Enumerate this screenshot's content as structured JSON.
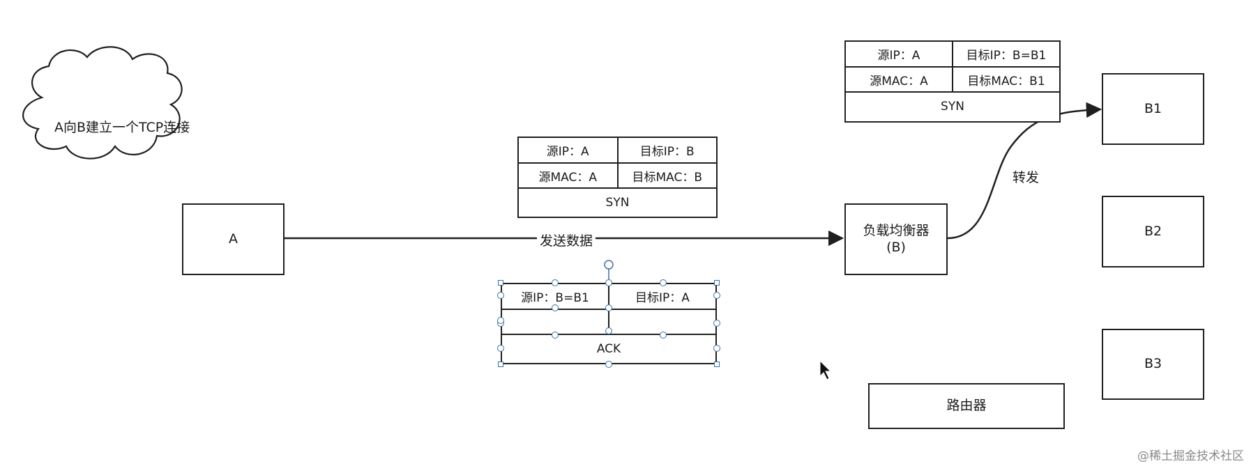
{
  "cloud": {
    "text": "A向B建立一个TCP连接"
  },
  "nodes": {
    "a": "A",
    "lb_line1": "负载均衡器",
    "lb_line2": "(B)",
    "b1": "B1",
    "b2": "B2",
    "b3": "B3",
    "router": "路由器"
  },
  "edges": {
    "send_label": "发送数据",
    "forward_label": "转发"
  },
  "packet_syn_a": {
    "src_ip": "源IP：A",
    "dst_ip": "目标IP：B",
    "src_mac": "源MAC：A",
    "dst_mac": "目标MAC：B",
    "flag": "SYN"
  },
  "packet_syn_b1": {
    "src_ip": "源IP：A",
    "dst_ip": "目标IP：B=B1",
    "src_mac": "源MAC：A",
    "dst_mac": "目标MAC：B1",
    "flag": "SYN"
  },
  "packet_ack": {
    "src_ip": "源IP：B=B1",
    "dst_ip": "目标IP：A",
    "src_mac": "",
    "dst_mac": "",
    "flag": "ACK"
  },
  "watermark": "@稀土掘金技术社区",
  "colors": {
    "line": "#1f1f1f",
    "selection": "#3a6ea5"
  }
}
